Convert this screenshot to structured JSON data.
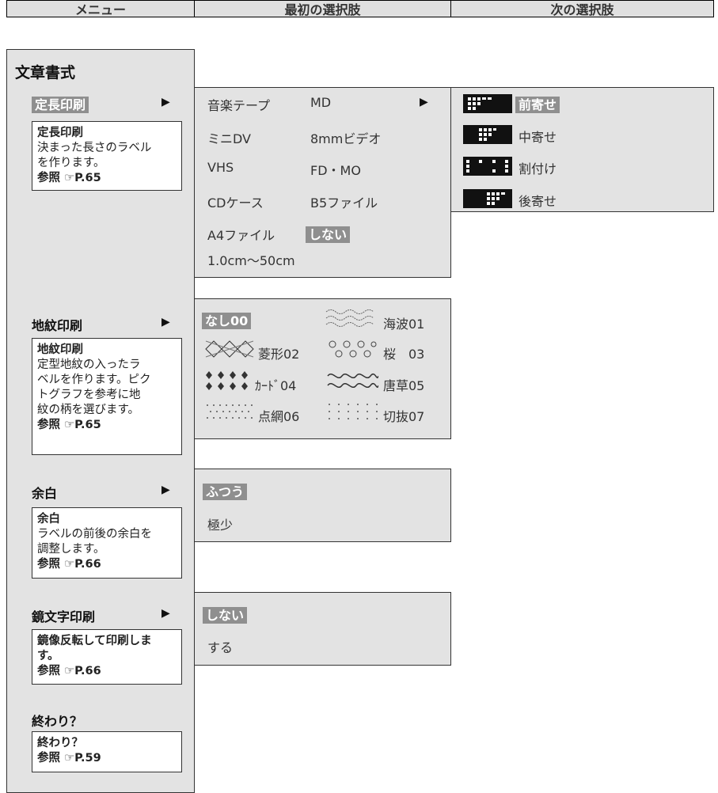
{
  "header": {
    "menu": "メニュー",
    "first": "最初の選択肢",
    "next": "次の選択肢"
  },
  "menu": {
    "title": "文章書式",
    "arrow": "▶",
    "items": [
      {
        "label": "定長印刷",
        "desc_title": "定長印刷",
        "desc_lines": [
          "決まった長さのラベル",
          "を作ります。"
        ],
        "ref": "参照",
        "ref_page": "P.65"
      },
      {
        "label": "地紋印刷",
        "desc_title": "地紋印刷",
        "desc_lines": [
          "定型地紋の入ったラ",
          "ベルを作ります。ピク",
          "トグラフを参考に地",
          "紋の柄を選びます。"
        ],
        "ref": "参照",
        "ref_page": "P.65"
      },
      {
        "label": "余白",
        "desc_title": "余白",
        "desc_lines": [
          "ラベルの前後の余白を",
          "調整します。"
        ],
        "ref": "参照",
        "ref_page": "P.66"
      },
      {
        "label": "鏡文字印刷",
        "desc_title": "鏡像反転して印刷しま",
        "desc_lines": [
          "す。"
        ],
        "ref": "参照",
        "ref_page": "P.66"
      },
      {
        "label": "終わり？",
        "desc_title": "終わり？",
        "desc_lines": [],
        "ref": "参照",
        "ref_page": "P.59"
      }
    ]
  },
  "length_options": {
    "col1": [
      "音楽テープ",
      "ミニDV",
      "VHS",
      "CDケース",
      "A4ファイル",
      "1.0cm～50cm"
    ],
    "col2": [
      "MD",
      "8mmビデオ",
      "FD・MO",
      "B5ファイル",
      "しない"
    ],
    "arrow": "▶"
  },
  "alignment_options": [
    "前寄せ",
    "中寄せ",
    "割付け",
    "後寄せ"
  ],
  "pattern_options": [
    "なし00",
    "海波01",
    "菱形02",
    "桜　03",
    "ｶｰﾄﾞ04",
    "唐草05",
    "点網06",
    "切抜07"
  ],
  "margin_options": [
    "ふつう",
    "極少"
  ],
  "mirror_options": [
    "しない",
    "する"
  ]
}
